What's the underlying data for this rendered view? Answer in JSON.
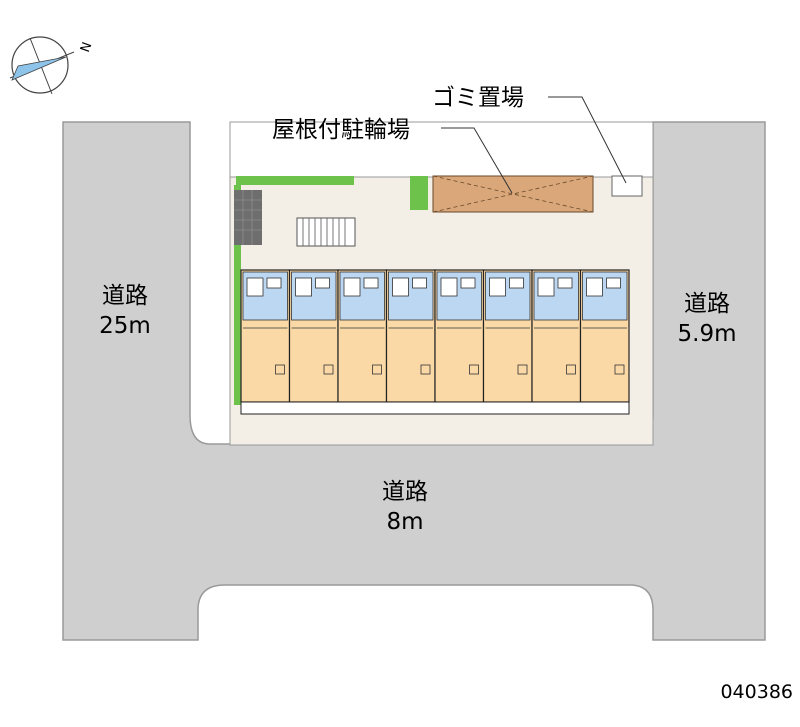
{
  "compass": {
    "north_letter": "N",
    "icon": "north-arrow-icon"
  },
  "labels": {
    "garbage_area": "ゴミ置場",
    "bicycle_parking": "屋根付駐輪場"
  },
  "roads": {
    "west": {
      "name": "道路",
      "width": "25m"
    },
    "east": {
      "name": "道路",
      "width": "5.9m"
    },
    "south": {
      "name": "道路",
      "width": "8m"
    }
  },
  "property_code": "040386",
  "building": {
    "unit_count": 8
  },
  "colors": {
    "road": "#cfcfcf",
    "site": "#f3efe6",
    "bike_parking": "#d9a77a",
    "unit_floor": "#fbd9a6",
    "wet_area": "#bcd7f2",
    "greenery": "#6cc24a"
  }
}
